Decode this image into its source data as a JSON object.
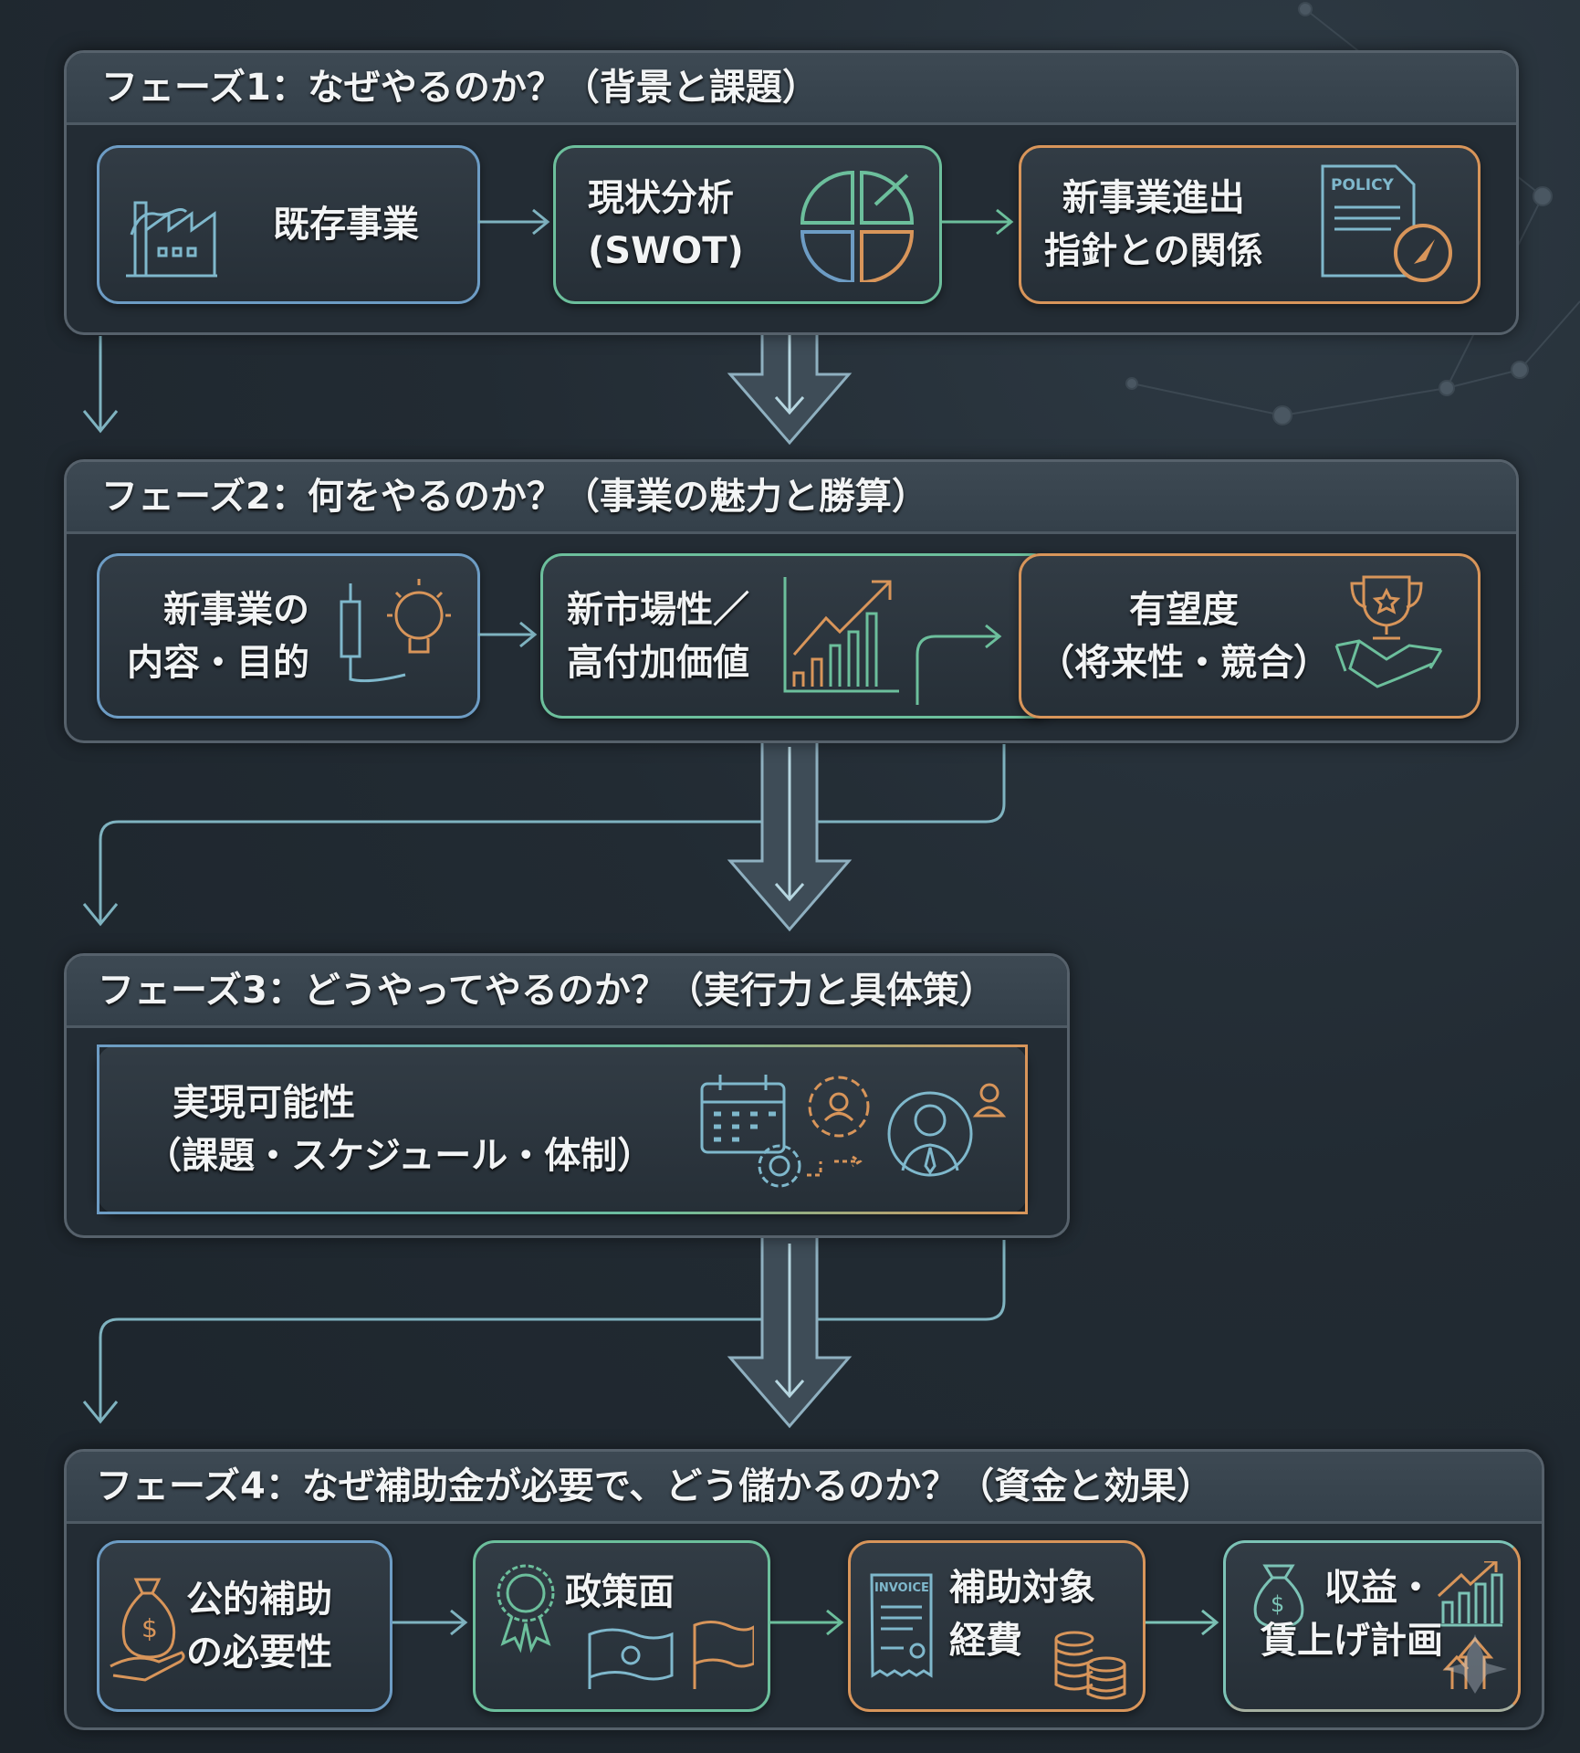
{
  "phases": [
    {
      "title": "フェーズ1：なぜやるのか？（背景と課題）",
      "boxes": [
        {
          "label1": "既存事業",
          "label2": "",
          "icon": "factory-icon"
        },
        {
          "label1": "現状分析",
          "label2": "(SWOT)",
          "icon": "swot-chart-icon"
        },
        {
          "label1": "新事業進出",
          "label2": "指針との関係",
          "icon": "policy-document-icon",
          "icon_text": "POLICY"
        }
      ]
    },
    {
      "title": "フェーズ2：何をやるのか？（事業の魅力と勝算）",
      "boxes": [
        {
          "label1": "新事業の",
          "label2": "内容・目的",
          "icon": "lightbulb-icon"
        },
        {
          "label1": "新市場性／",
          "label2": "高付加価値",
          "icon": "growth-chart-icon"
        },
        {
          "label1": "有望度",
          "label2": "（将来性・競合）",
          "icon": "trophy-handshake-icon"
        }
      ]
    },
    {
      "title": "フェーズ3：どうやってやるのか？（実行力と具体策）",
      "boxes": [
        {
          "label1": "実現可能性",
          "label2": "（課題・スケジュール・体制）",
          "icon": "calendar-gear-person-icon"
        }
      ]
    },
    {
      "title": "フェーズ4：なぜ補助金が必要で、どう儲かるのか？（資金と効果）",
      "boxes": [
        {
          "label1": "公的補助",
          "label2": "の必要性",
          "icon": "money-bag-hand-icon"
        },
        {
          "label1": "政策面",
          "label2": "",
          "icon": "seal-flags-icon"
        },
        {
          "label1": "補助対象",
          "label2": "経費",
          "icon": "invoice-coins-icon",
          "icon_text": "INVOICE"
        },
        {
          "label1": "収益・",
          "label2": "賃上げ計画",
          "icon": "money-bag-growth-icon"
        }
      ]
    }
  ],
  "colors": {
    "blue": "#6d9cc4",
    "green": "#6cbf9c",
    "orange": "#d8955a",
    "teal": "#7cc3b6",
    "background": "#1f2830"
  }
}
